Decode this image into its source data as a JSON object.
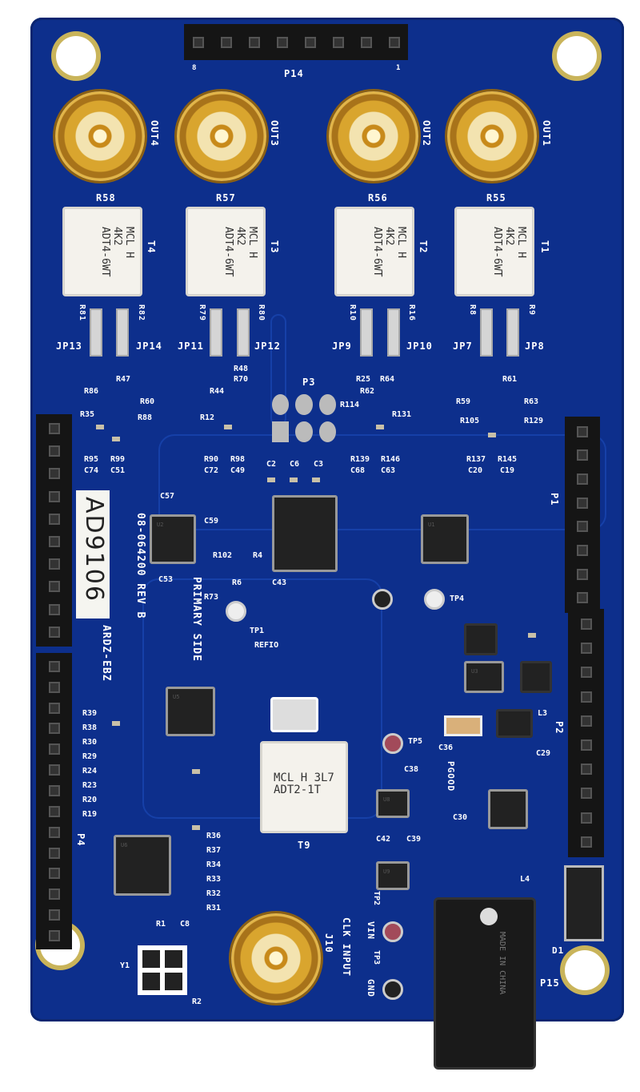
{
  "board": {
    "colors": {
      "pcb": "#0d2f8c",
      "silkscreen": "#ffffff",
      "gold": "#d9a52e"
    },
    "handwritten_label": "AD9106",
    "part_number": "08-064200 REV B",
    "side": "PRIMARY SIDE",
    "model": "ARDZ-EBZ",
    "top_header": {
      "label": "P14",
      "pin_left": "8",
      "pin_right": "1"
    },
    "outputs": [
      {
        "connector": "OUT4",
        "transformer": "T4",
        "resistor": "R58",
        "marking_1": "MCL H 4K2",
        "marking_2": "ADT4-6WT",
        "jumpers": [
          "JP13",
          "JP14"
        ],
        "resistors": [
          "R81",
          "R82"
        ]
      },
      {
        "connector": "OUT3",
        "transformer": "T3",
        "resistor": "R57",
        "marking_1": "MCL H 4K2",
        "marking_2": "ADT4-6WT",
        "jumpers": [
          "JP11",
          "JP12"
        ],
        "resistors": [
          "R79",
          "R80"
        ]
      },
      {
        "connector": "OUT2",
        "transformer": "T2",
        "resistor": "R56",
        "marking_1": "MCL H 4K2",
        "marking_2": "ADT4-6WT",
        "jumpers": [
          "JP9",
          "JP10"
        ],
        "resistors": [
          "R10",
          "R16"
        ]
      },
      {
        "connector": "OUT1",
        "transformer": "T1",
        "resistor": "R55",
        "marking_1": "MCL H 4K2",
        "marking_2": "ADT4-6WT",
        "jumpers": [
          "JP7",
          "JP8"
        ],
        "resistors": [
          "R8",
          "R9"
        ]
      }
    ],
    "clock": {
      "label": "CLK INPUT",
      "connector": "J10",
      "transformer": "T9",
      "marking_1": "MCL H 3L7",
      "marking_2": "ADT2-1T"
    },
    "headers": [
      "P1",
      "P2",
      "P4",
      "P3"
    ],
    "chips": [
      "U2",
      "U1",
      "U5",
      "U6",
      "U3",
      "U8",
      "U9"
    ],
    "test_points": [
      "TP1",
      "TP2",
      "TP3",
      "TP5",
      "TP4"
    ],
    "power": {
      "vin": "VIN",
      "gnd": "GND",
      "jack": "P15",
      "jack_text": "MADE IN CHINA",
      "pgood": "PGOOD",
      "diode": "D1"
    },
    "misc_labels": [
      "R47",
      "R60",
      "R86",
      "R88",
      "R35",
      "R95",
      "R99",
      "C74",
      "C51",
      "R44",
      "R70",
      "R48",
      "R12",
      "R90",
      "R98",
      "C72",
      "C49",
      "R25",
      "R62",
      "R64",
      "R114",
      "R131",
      "R139",
      "R146",
      "C68",
      "C63",
      "R59",
      "R61",
      "R63",
      "R105",
      "R129",
      "R137",
      "R145",
      "C20",
      "C19",
      "C2",
      "C6",
      "C3",
      "C57",
      "C59",
      "R102",
      "R4",
      "C53",
      "R73",
      "R6",
      "C43",
      "REFIO",
      "R39",
      "R38",
      "R30",
      "R29",
      "R24",
      "R23",
      "R20",
      "R19",
      "R36",
      "R37",
      "R34",
      "R33",
      "R32",
      "R31",
      "R1",
      "C8",
      "R2",
      "Y1",
      "C36",
      "C29",
      "L3",
      "L4",
      "C30",
      "C38",
      "C42",
      "C39"
    ]
  }
}
